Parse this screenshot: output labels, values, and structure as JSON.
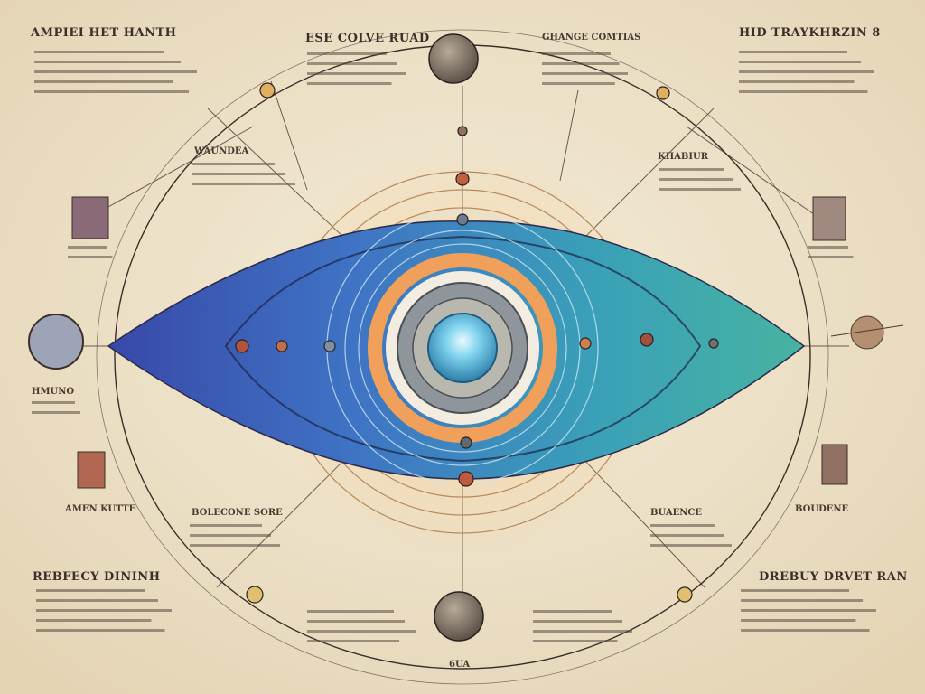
{
  "palette": {
    "paper": "#efe5cf",
    "ink": "#3b2f28",
    "lens_left": "#3b4fb0",
    "lens_right": "#3aa6a0",
    "ring_orange": "#f0a05a",
    "core_blue": "#5fc0e0"
  },
  "labels": {
    "top_left": "AMPIEI HET HANTH",
    "top_center_left": "ESE COLVE RUAD",
    "top_center_right": "GHANGE COMTIAS",
    "top_right": "HID TRAYKHRZIN 8",
    "mid_left": "HMUNO",
    "upper_left_inner": "WAUNDEA",
    "upper_right_inner": "KHABIUR",
    "lower_left_inner": "BOLECONE SORE",
    "lower_right_inner": "BUAENCE",
    "left_lower": "AMEN KUTTE",
    "right_lower": "BOUDENE",
    "bottom_left": "REBFECY DININH",
    "bottom_right": "DREBUY DRVET RAN",
    "bottom_center": "6UA"
  }
}
